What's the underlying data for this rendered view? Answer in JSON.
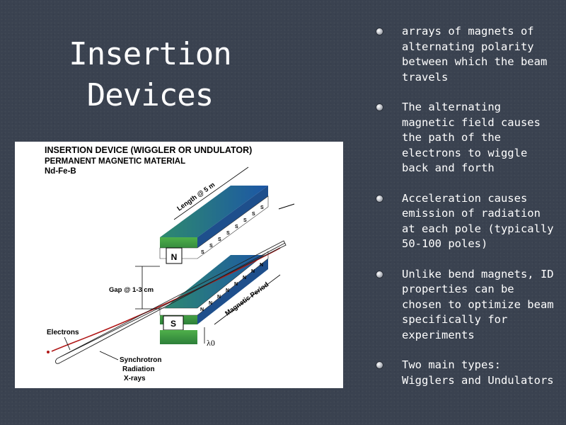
{
  "slide": {
    "title_lines": [
      "Insertion",
      "Devices"
    ],
    "bullets": [
      "arrays of magnets of alternating polarity between which the beam travels",
      "The alternating magnetic field causes the path of the electrons to wiggle back and forth",
      "Acceleration causes emission of radiation at each pole (typically 50-100 poles)",
      "Unlike bend magnets, ID properties can be chosen to optimize beam specifically for experiments",
      "Two main types: Wigglers and Undulators"
    ]
  },
  "diagram": {
    "heading_1": "INSERTION DEVICE (WIGGLER OR UNDULATOR)",
    "heading_2": "PERMANENT MAGNETIC MATERIAL",
    "heading_3": "Nd-Fe-B",
    "length_label": "Length @ 5 m",
    "gap_label": "Gap @ 1-3 cm",
    "period_label": "Magnetic Period",
    "lambda_label": "λ0",
    "electrons_label": "Electrons",
    "radiation_label_1": "Synchrotron",
    "radiation_label_2": "Radiation",
    "radiation_label_3": "X-rays",
    "pole_north": "N",
    "pole_south": "S",
    "colors": {
      "block_front": "#2a8a7a",
      "block_top": "#1e5fa8",
      "beam": "#b01818"
    }
  }
}
